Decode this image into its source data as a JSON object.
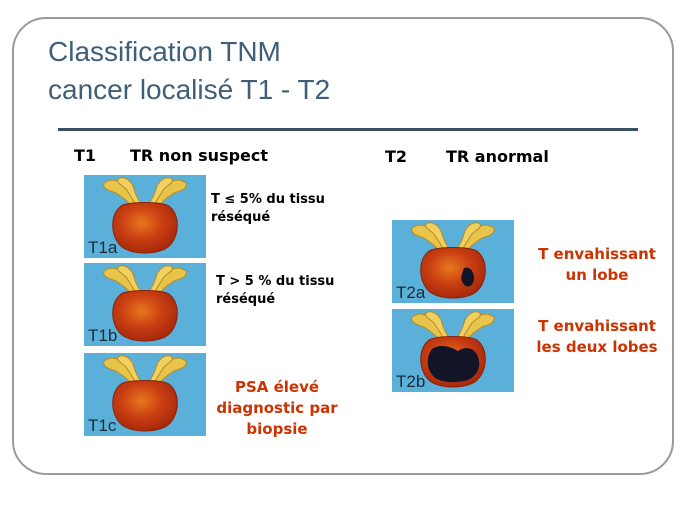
{
  "title": {
    "line1": "Classification TNM",
    "line2": "cancer localisé T1 - T2"
  },
  "left": {
    "stage": "T1",
    "heading": "TR non suspect",
    "panels": [
      {
        "label": "T1a",
        "lines": [
          "T ≤  5% du tissu",
          "réséqué"
        ]
      },
      {
        "label": "T1b",
        "lines": [
          "T > 5 % du tissu",
          "réséqué"
        ]
      },
      {
        "label": "T1c",
        "lines": [
          "PSA élevé",
          "diagnostic par",
          "biopsie"
        ]
      }
    ]
  },
  "right": {
    "stage": "T2",
    "heading": "TR anormal",
    "panels": [
      {
        "label": "T2a",
        "lines": [
          "T envahissant",
          "un lobe"
        ]
      },
      {
        "label": "T2b",
        "lines": [
          "T envahissant",
          "les deux lobes"
        ]
      }
    ]
  },
  "colors": {
    "title": "#3f5f78",
    "accent_red": "#cc3300",
    "panel_bg": "#5ab0d8",
    "gland": "#c23b14",
    "vesicles": "#e8c44a",
    "tumor": "#141428"
  }
}
